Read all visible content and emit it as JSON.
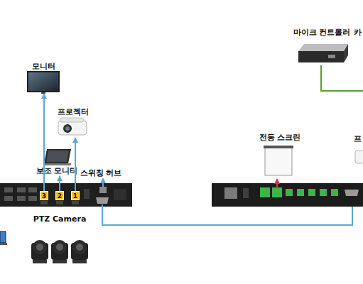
{
  "diagram": {
    "nodes": [
      {
        "text": [
          "모니터"
        ]
      },
      {
        "text": [
          "프로젝터"
        ]
      },
      {
        "text": [
          "보조 모니터"
        ]
      },
      {
        "text": [
          "3"
        ]
      },
      {
        "text": [
          "2"
        ]
      },
      {
        "text": [
          "1"
        ]
      },
      {
        "text": [
          "스위칭 허브"
        ]
      },
      {
        "text": [
          "PTZ Camera"
        ]
      },
      {
        "text": [
          "전동 스크린"
        ]
      },
      {
        "text": [
          "마이크 컨트롤러"
        ]
      }
    ],
    "edges": [
      {
        "from": 3,
        "to": 0,
        "arrow": "to"
      },
      {
        "from": 5,
        "to": 1,
        "arrow": "to"
      },
      {
        "from": 4,
        "to": 2,
        "arrow": "to"
      }
    ],
    "labels": [
      "카",
      "프"
    ]
  }
}
